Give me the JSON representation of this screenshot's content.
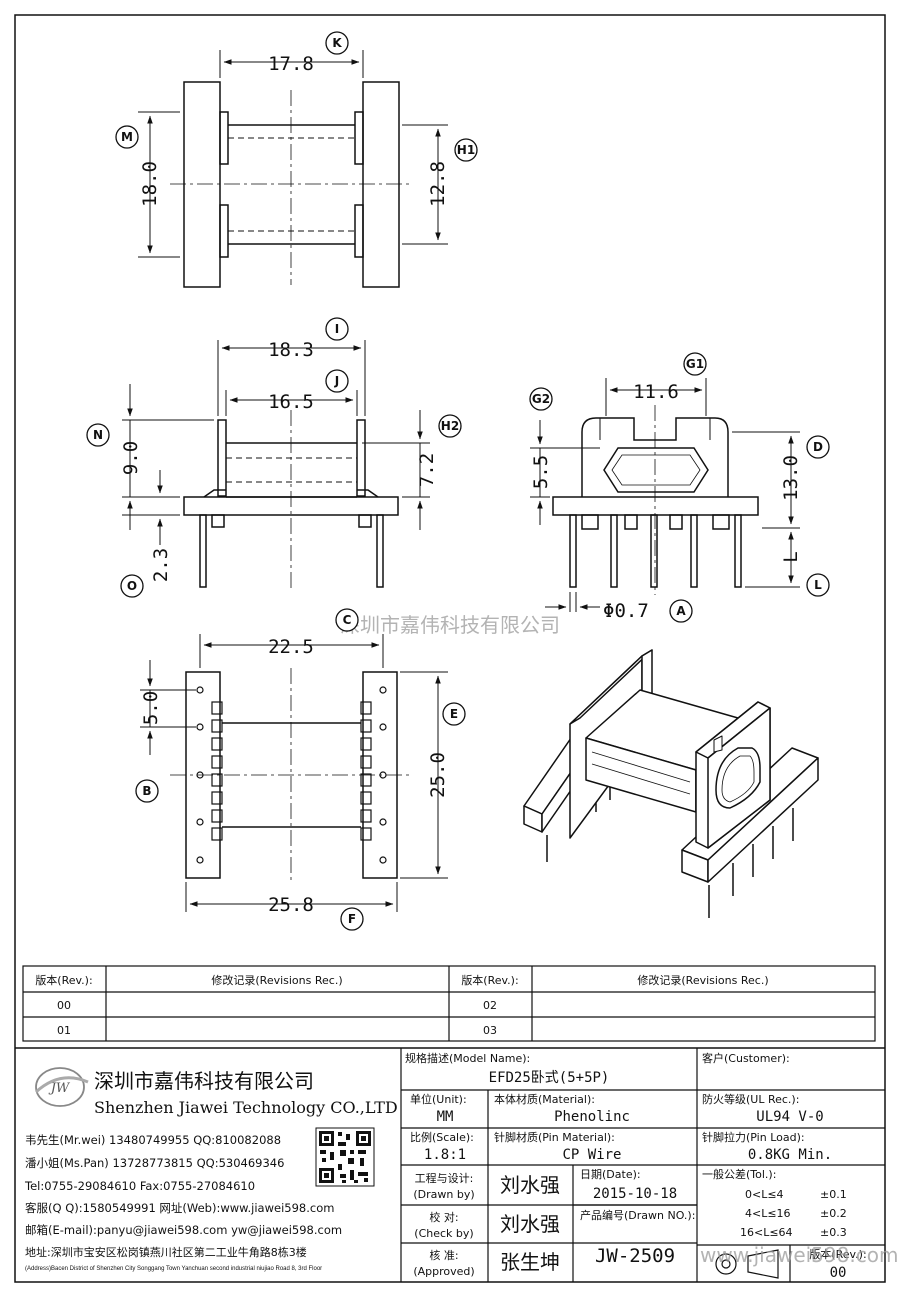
{
  "dimensions": {
    "k": "17.8",
    "m": "18.0",
    "h1": "12.8",
    "i": "18.3",
    "j": "16.5",
    "n": "9.0",
    "h2": "7.2",
    "o": "2.3",
    "g1": "11.6",
    "g2": "5.5",
    "d": "13.0",
    "l": "L",
    "a": "Φ0.7",
    "c": "22.5",
    "b": "5.0",
    "e": "25.0",
    "f": "25.8"
  },
  "callouts": {
    "k": "K",
    "m": "M",
    "h1": "H1",
    "i": "I",
    "j": "J",
    "n": "N",
    "h2": "H2",
    "o": "O",
    "g1": "G1",
    "g2": "G2",
    "d": "D",
    "l": "L",
    "a": "A",
    "c": "C",
    "b": "B",
    "e": "E",
    "f": "F"
  },
  "watermarks": {
    "center": "深圳市嘉伟科技有限公司",
    "bottom": "www.jiawei598.com"
  },
  "revisions": {
    "headers": [
      "版本(Rev.):",
      "修改记录(Revisions Rec.)",
      "版本(Rev.):",
      "修改记录(Revisions Rec.)"
    ],
    "rows": [
      [
        "00",
        "",
        "02",
        ""
      ],
      [
        "01",
        "",
        "03",
        ""
      ]
    ]
  },
  "company": {
    "name_cn": "深圳市嘉伟科技有限公司",
    "name_en": "Shenzhen Jiawei Technology CO.,LTD",
    "logo_text": "JW",
    "contacts": [
      "韦先生(Mr.wei) 13480749955 QQ:810082088",
      "潘小姐(Ms.Pan) 13728773815 QQ:530469346",
      "Tel:0755-29084610        Fax:0755-27084610",
      "客服(Q Q):1580549991   网址(Web):www.jiawei598.com",
      "邮箱(E-mail):panyu@jiawei598.com   yw@jiawei598.com"
    ],
    "address_cn": "地址:深圳市宝安区松岗镇燕川社区第二工业牛角路8栋3楼",
    "address_en": "(Address)Bacen District of Shenzhen City Songgang Town Yanchuan second industrial niujiao Road 8, 3rd Floor"
  },
  "title_block": {
    "model_label": "规格描述(Model Name):",
    "model_value": "EFD25卧式(5+5P)",
    "customer_label": "客户(Customer):",
    "customer_value": "",
    "unit_label": "单位(Unit):",
    "unit_value": "MM",
    "material_label": "本体材质(Material):",
    "material_value": "Phenolinc",
    "ul_label": "防火等级(UL Rec.):",
    "ul_value": "UL94 V-0",
    "scale_label": "比例(Scale):",
    "scale_value": "1.8:1",
    "pin_material_label": "针脚材质(Pin Material):",
    "pin_material_value": "CP Wire",
    "pin_load_label": "针脚拉力(Pin Load):",
    "pin_load_value": "0.8KG Min.",
    "drawn_label_cn": "工程与设计:",
    "drawn_label_en": "(Drawn by)",
    "drawn_value": "刘水强",
    "date_label": "日期(Date):",
    "date_value": "2015-10-18",
    "tol_label": "一般公差(Tol.):",
    "tol_rows": [
      [
        "0<L≤4",
        "±0.1"
      ],
      [
        "4<L≤16",
        "±0.2"
      ],
      [
        "16<L≤64",
        "±0.3"
      ]
    ],
    "check_label_cn": "校  对:",
    "check_label_en": "(Check by)",
    "check_value": "刘水强",
    "drawing_no_label": "产品编号(Drawn NO.):",
    "drawing_no_value": "JW-2509",
    "approved_label_cn": "核  准:",
    "approved_label_en": "(Approved)",
    "approved_value": "张生坤",
    "rev_label": "版本(Rev.):",
    "rev_value": "00"
  }
}
